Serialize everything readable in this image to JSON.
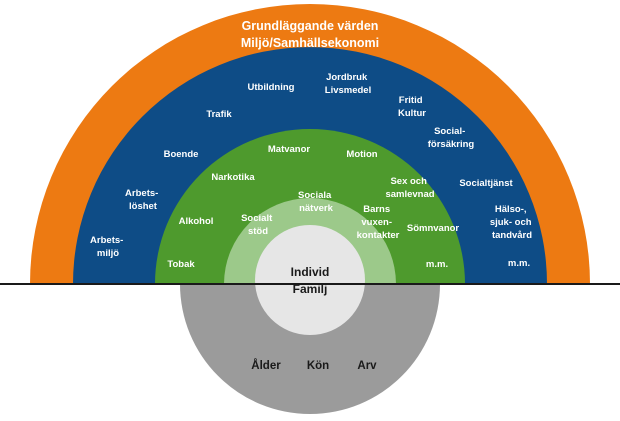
{
  "colors": {
    "orange": "#ED7A12",
    "blue": "#0E4C86",
    "green": "#4E9A2D",
    "light_green": "#9CC98A",
    "core": "#E6E6E6",
    "grey": "#9B9B9B",
    "baseline": "#1A1A1A"
  },
  "outer": {
    "line1": "Grundläggande värden",
    "line2": "Miljö/Samhällsekonomi"
  },
  "blue_band": {
    "arbetsmiljo": [
      "Arbets-",
      "miljö"
    ],
    "arbetsloshet": [
      "Arbets-",
      "löshet"
    ],
    "boende": "Boende",
    "trafik": "Trafik",
    "utbildning": "Utbildning",
    "jordbruk": [
      "Jordbruk",
      "Livsmedel"
    ],
    "fritid": [
      "Fritid",
      "Kultur"
    ],
    "social_forsakring": [
      "Social-",
      "försäkring"
    ],
    "socialtjanst": "Socialtjänst",
    "halso": [
      "Hälso-,",
      "sjuk- och",
      "tandvård"
    ],
    "mm": "m.m."
  },
  "green_band": {
    "tobak": "Tobak",
    "alkohol": "Alkohol",
    "narkotika": "Narkotika",
    "matvanor": "Matvanor",
    "motion": "Motion",
    "sex": [
      "Sex och",
      "samlevnad"
    ],
    "somnvanor": "Sömnvanor",
    "mm": "m.m."
  },
  "light_band": {
    "socialt_stod": [
      "Socialt",
      "stöd"
    ],
    "sociala_natverk": [
      "Sociala",
      "nätverk"
    ],
    "barns_kontakter": [
      "Barns",
      "vuxen-",
      "kontakter"
    ]
  },
  "core": {
    "line1": "Individ",
    "line2": "Familj"
  },
  "base": {
    "alder": "Ålder",
    "kon": "Kön",
    "arv": "Arv"
  }
}
